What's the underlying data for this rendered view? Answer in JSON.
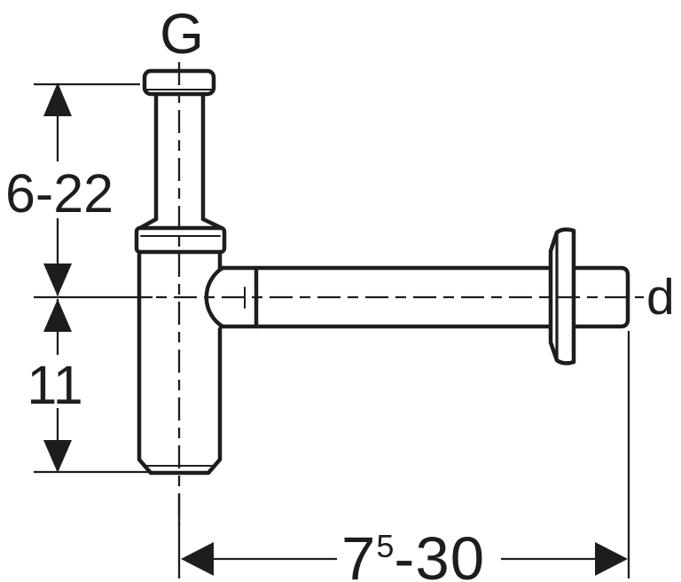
{
  "diagram": {
    "labels": {
      "inlet_thread": "G",
      "outlet_diameter": "d"
    },
    "dimensions": {
      "inlet_height_range": "6-22",
      "trap_depth": "11",
      "outlet_length_range": {
        "main": "7",
        "superscript": "5",
        "rest": "-30",
        "display": "7⁵-30"
      }
    },
    "colors": {
      "line": "#1d1d1b",
      "background": "#ffffff"
    }
  }
}
